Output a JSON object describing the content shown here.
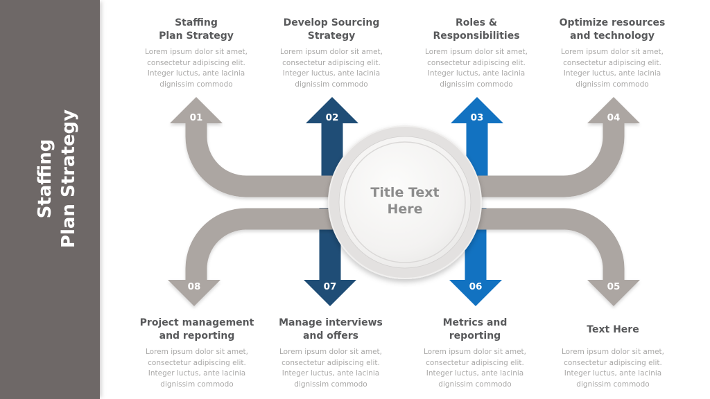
{
  "sidebar": {
    "line1": "Staffing",
    "line2": "Plan Strategy"
  },
  "center": {
    "line1": "Title Text",
    "line2": "Here"
  },
  "lorem_lines": [
    "Lorem ipsum dolor sit amet,",
    "consectetur adipiscing elit.",
    "Integer luctus, ante lacinia",
    "dignissim commodo"
  ],
  "items": [
    {
      "number": "01",
      "heading1": "Staffing",
      "heading2": "Plan Strategy"
    },
    {
      "number": "02",
      "heading1": "Develop Sourcing",
      "heading2": "Strategy"
    },
    {
      "number": "03",
      "heading1": "Roles &",
      "heading2": "Responsibilities"
    },
    {
      "number": "04",
      "heading1": "Optimize resources",
      "heading2": "and technology"
    },
    {
      "number": "05",
      "heading1": "Text Here",
      "heading2": ""
    },
    {
      "number": "06",
      "heading1": "Metrics and",
      "heading2": "reporting"
    },
    {
      "number": "07",
      "heading1": "Manage interviews",
      "heading2": "and offers"
    },
    {
      "number": "08",
      "heading1": "Project management",
      "heading2": "and reporting"
    }
  ],
  "colors": {
    "sidebar_bg": "#6E6867",
    "gray_arrow": "#ACA6A2",
    "navy_arrow": "#1F4D76",
    "blue_arrow": "#1272C1",
    "heading_text": "#58595B",
    "body_text": "#A9A8A7",
    "number_text": "#FFFFFF",
    "title_text": "#8C8C8C"
  }
}
